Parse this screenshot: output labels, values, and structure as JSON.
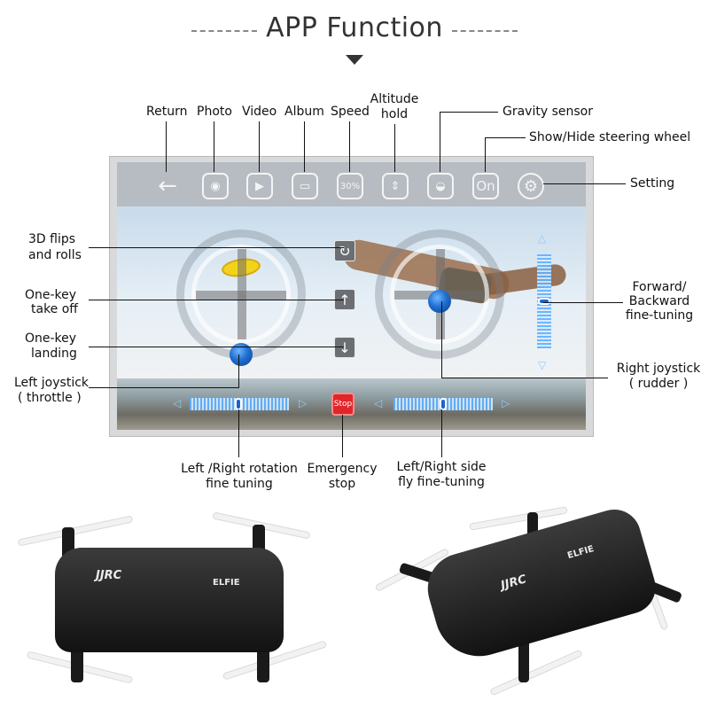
{
  "header": {
    "title": "APP Function"
  },
  "toolbar": {
    "icons": [
      {
        "name": "return",
        "glyph": "←"
      },
      {
        "name": "photo",
        "glyph": "◉"
      },
      {
        "name": "video",
        "glyph": "▶"
      },
      {
        "name": "album",
        "glyph": "▭"
      },
      {
        "name": "speed",
        "glyph": "30%"
      },
      {
        "name": "altitude-hold",
        "glyph": "⇕"
      },
      {
        "name": "gravity-sensor",
        "glyph": "◒"
      },
      {
        "name": "on-toggle",
        "glyph": "On"
      },
      {
        "name": "setting",
        "glyph": "⚙"
      }
    ]
  },
  "controls": {
    "flip_glyph": "↻",
    "takeoff_glyph": "↑",
    "landing_glyph": "↓",
    "stop_label": "Stop",
    "up_arrow": "△",
    "down_arrow": "▽",
    "left_arrow": "◁",
    "right_arrow": "▷"
  },
  "callouts": {
    "return": "Return",
    "photo": "Photo",
    "video": "Video",
    "album": "Album",
    "speed": "Speed",
    "altitude_1": "Altitude",
    "altitude_2": "hold",
    "gravity": "Gravity sensor",
    "steering": "Show/Hide steering wheel",
    "setting": "Setting",
    "flips_1": "3D flips",
    "flips_2": "and rolls",
    "takeoff_1": "One-key",
    "takeoff_2": "take off",
    "landing_1": "One-key",
    "landing_2": "landing",
    "leftjoy_1": "Left joystick",
    "leftjoy_2": "( throttle )",
    "fb_1": "Forward/",
    "fb_2": "Backward",
    "fb_3": "fine-tuning",
    "rightjoy_1": "Right joystick",
    "rightjoy_2": "( rudder )",
    "rot_1": "Left /Right rotation",
    "rot_2": "fine tuning",
    "emg_1": "Emergency",
    "emg_2": "stop",
    "side_1": "Left/Right side",
    "side_2": "fly fine-tuning"
  },
  "drones": {
    "logo_text": "JJRC",
    "model_text": "ELFIE"
  },
  "colors": {
    "stop": "#e0262b",
    "joystick_ball": "#1f6fd1",
    "trim": "#5fb0ff"
  }
}
